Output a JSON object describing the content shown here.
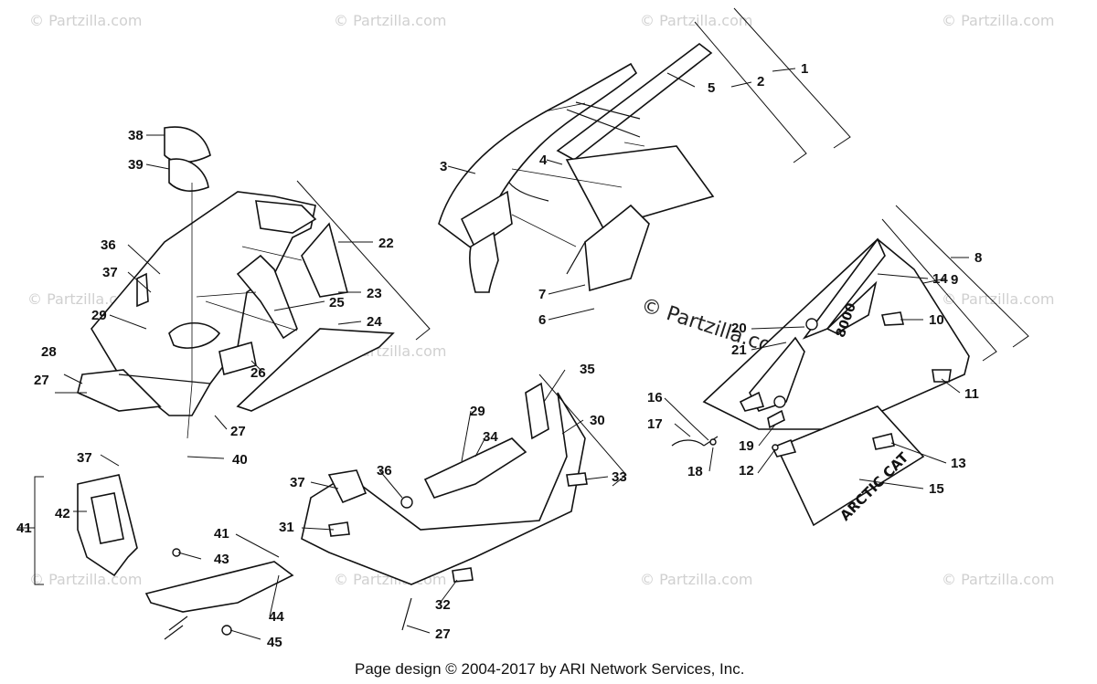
{
  "watermark": {
    "text": "© Partzilla.com"
  },
  "footer": {
    "copyright": "Page design © 2004-2017 by ARI Network Services, Inc."
  },
  "decals": {
    "number": "8000",
    "brand": "ARCTIC CAT"
  },
  "callouts": [
    {
      "id": "c1",
      "label": "1"
    },
    {
      "id": "c2",
      "label": "2"
    },
    {
      "id": "c3",
      "label": "3"
    },
    {
      "id": "c4",
      "label": "4"
    },
    {
      "id": "c5",
      "label": "5"
    },
    {
      "id": "c6",
      "label": "6"
    },
    {
      "id": "c7",
      "label": "7"
    },
    {
      "id": "c8",
      "label": "8"
    },
    {
      "id": "c9",
      "label": "9"
    },
    {
      "id": "c10",
      "label": "10"
    },
    {
      "id": "c11",
      "label": "11"
    },
    {
      "id": "c12",
      "label": "12"
    },
    {
      "id": "c13",
      "label": "13"
    },
    {
      "id": "c14",
      "label": "14"
    },
    {
      "id": "c15",
      "label": "15"
    },
    {
      "id": "c16",
      "label": "16"
    },
    {
      "id": "c17",
      "label": "17"
    },
    {
      "id": "c18",
      "label": "18"
    },
    {
      "id": "c19",
      "label": "19"
    },
    {
      "id": "c20",
      "label": "20"
    },
    {
      "id": "c21",
      "label": "21"
    },
    {
      "id": "c22",
      "label": "22"
    },
    {
      "id": "c23",
      "label": "23"
    },
    {
      "id": "c24",
      "label": "24"
    },
    {
      "id": "c25",
      "label": "25"
    },
    {
      "id": "c26",
      "label": "26"
    },
    {
      "id": "c27a",
      "label": "27"
    },
    {
      "id": "c27b",
      "label": "27"
    },
    {
      "id": "c27c",
      "label": "27"
    },
    {
      "id": "c28",
      "label": "28"
    },
    {
      "id": "c29a",
      "label": "29"
    },
    {
      "id": "c29b",
      "label": "29"
    },
    {
      "id": "c30",
      "label": "30"
    },
    {
      "id": "c31",
      "label": "31"
    },
    {
      "id": "c32",
      "label": "32"
    },
    {
      "id": "c33",
      "label": "33"
    },
    {
      "id": "c34",
      "label": "34"
    },
    {
      "id": "c35",
      "label": "35"
    },
    {
      "id": "c36a",
      "label": "36"
    },
    {
      "id": "c36b",
      "label": "36"
    },
    {
      "id": "c37a",
      "label": "37"
    },
    {
      "id": "c37b",
      "label": "37"
    },
    {
      "id": "c37c",
      "label": "37"
    },
    {
      "id": "c38",
      "label": "38"
    },
    {
      "id": "c39",
      "label": "39"
    },
    {
      "id": "c40",
      "label": "40"
    },
    {
      "id": "c41a",
      "label": "41"
    },
    {
      "id": "c41b",
      "label": "41"
    },
    {
      "id": "c42",
      "label": "42"
    },
    {
      "id": "c43",
      "label": "43"
    },
    {
      "id": "c44",
      "label": "44"
    },
    {
      "id": "c45",
      "label": "45"
    }
  ]
}
